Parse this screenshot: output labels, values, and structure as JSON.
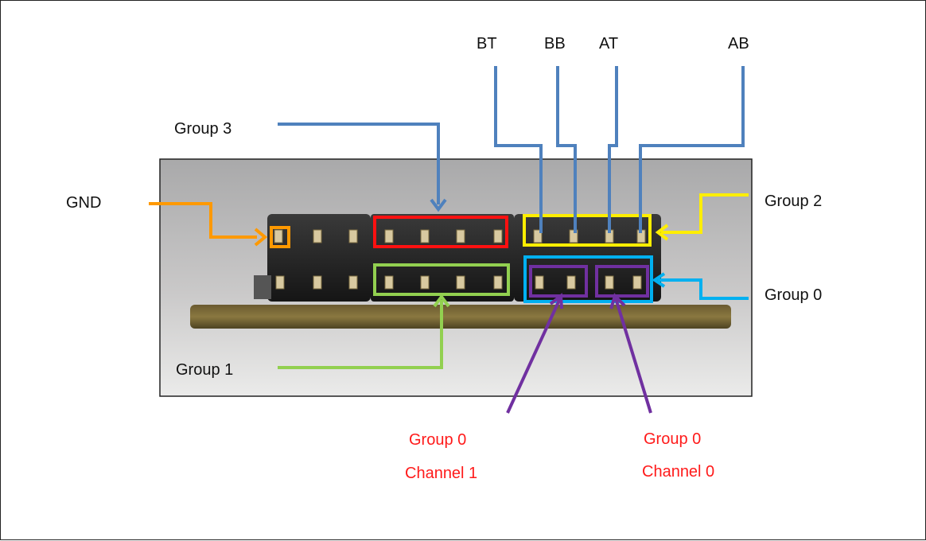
{
  "labels": {
    "gnd": "GND",
    "group3": "Group  3",
    "group2": "Group 2",
    "group1": "Group 1",
    "group0": "Group 0",
    "bt": "BT",
    "bb": "BB",
    "at": "AT",
    "ab": "AB",
    "ch1_line1": "Group 0",
    "ch1_line2": "Channel 1",
    "ch0_line1": "Group 0",
    "ch0_line2": "Channel 0"
  },
  "colors": {
    "gnd": "#ff9900",
    "group3": "#ff1010",
    "group2": "#ffee00",
    "group1": "#92d050",
    "group0": "#00b0f0",
    "channel": "#7030a0",
    "signal_leads": "#4f81bd",
    "caption_red": "#ff1a1a"
  }
}
